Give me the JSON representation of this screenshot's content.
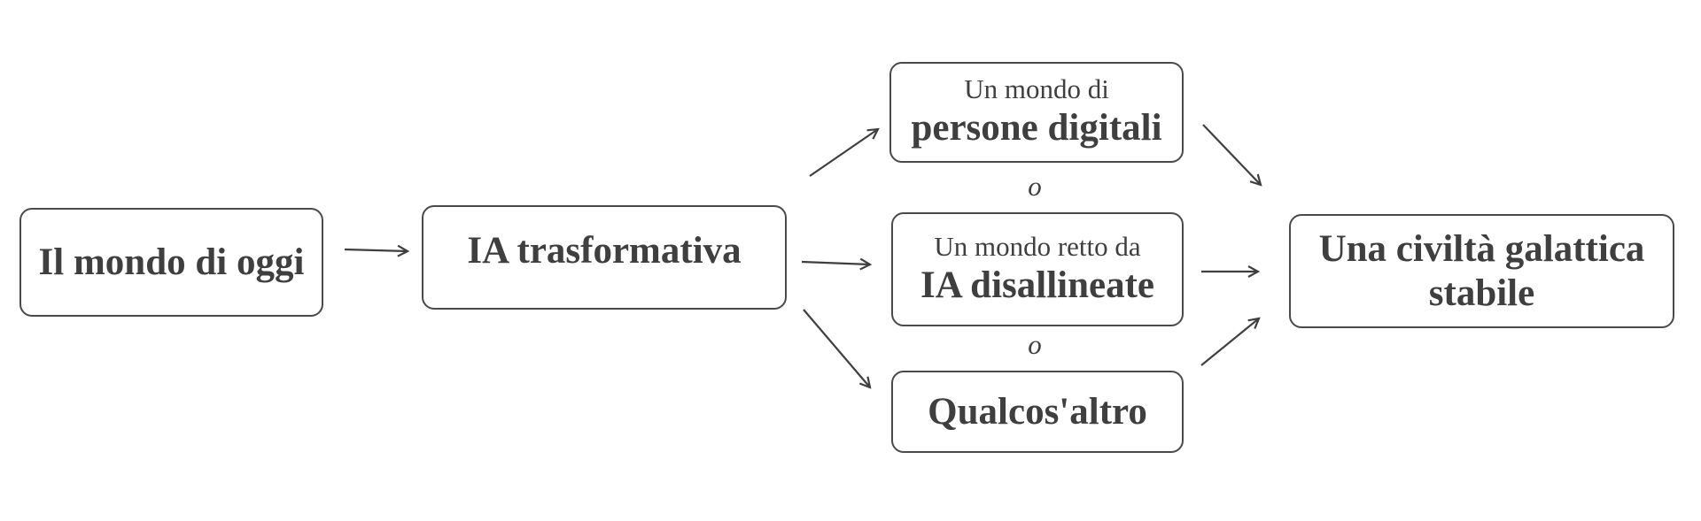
{
  "nodes": {
    "today": {
      "label": "Il mondo di oggi"
    },
    "transformative": {
      "label": "IA trasformativa"
    },
    "digital": {
      "prefix": "Un mondo di",
      "label": "persone digitali"
    },
    "misaligned": {
      "prefix": "Un mondo retto da",
      "label": "IA disallineate"
    },
    "other": {
      "label": "Qualcos'altro"
    },
    "galactic": {
      "label_line1": "Una civiltà galattica",
      "label_line2": "stabile"
    }
  },
  "separators": {
    "first": "o",
    "second": "o"
  }
}
